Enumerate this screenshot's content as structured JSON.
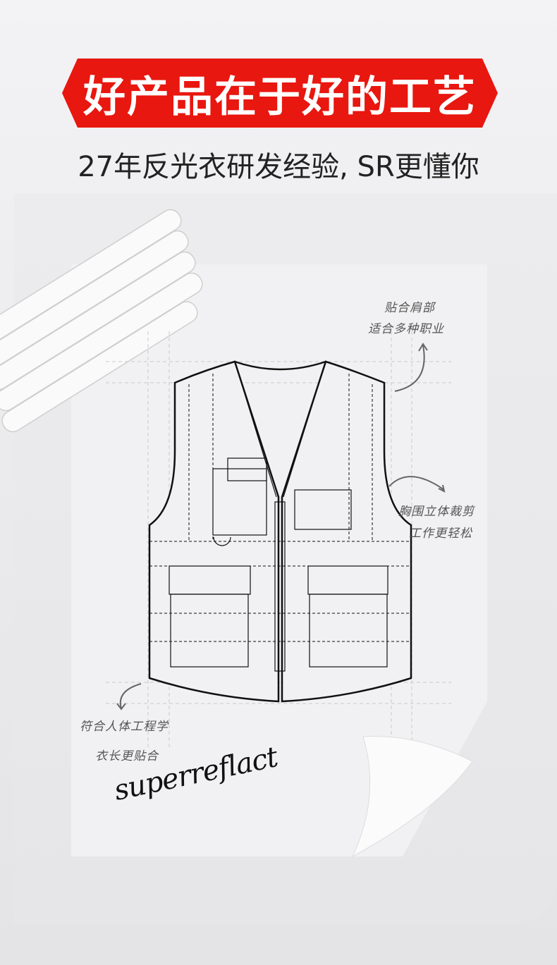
{
  "banner": {
    "title": "好产品在于好的工艺",
    "color": "#e8170f"
  },
  "subtitle": "27年反光衣研发经验, SR更懂你",
  "annotations": {
    "shoulder_line1": "贴合肩部",
    "shoulder_line2": "适合多种职业",
    "chest_line1": "胸围立体裁剪",
    "chest_line2": "工作更轻松",
    "ergo_line1": "符合人体工程学",
    "ergo_line2": "衣长更贴合"
  },
  "signature": "superreflact"
}
